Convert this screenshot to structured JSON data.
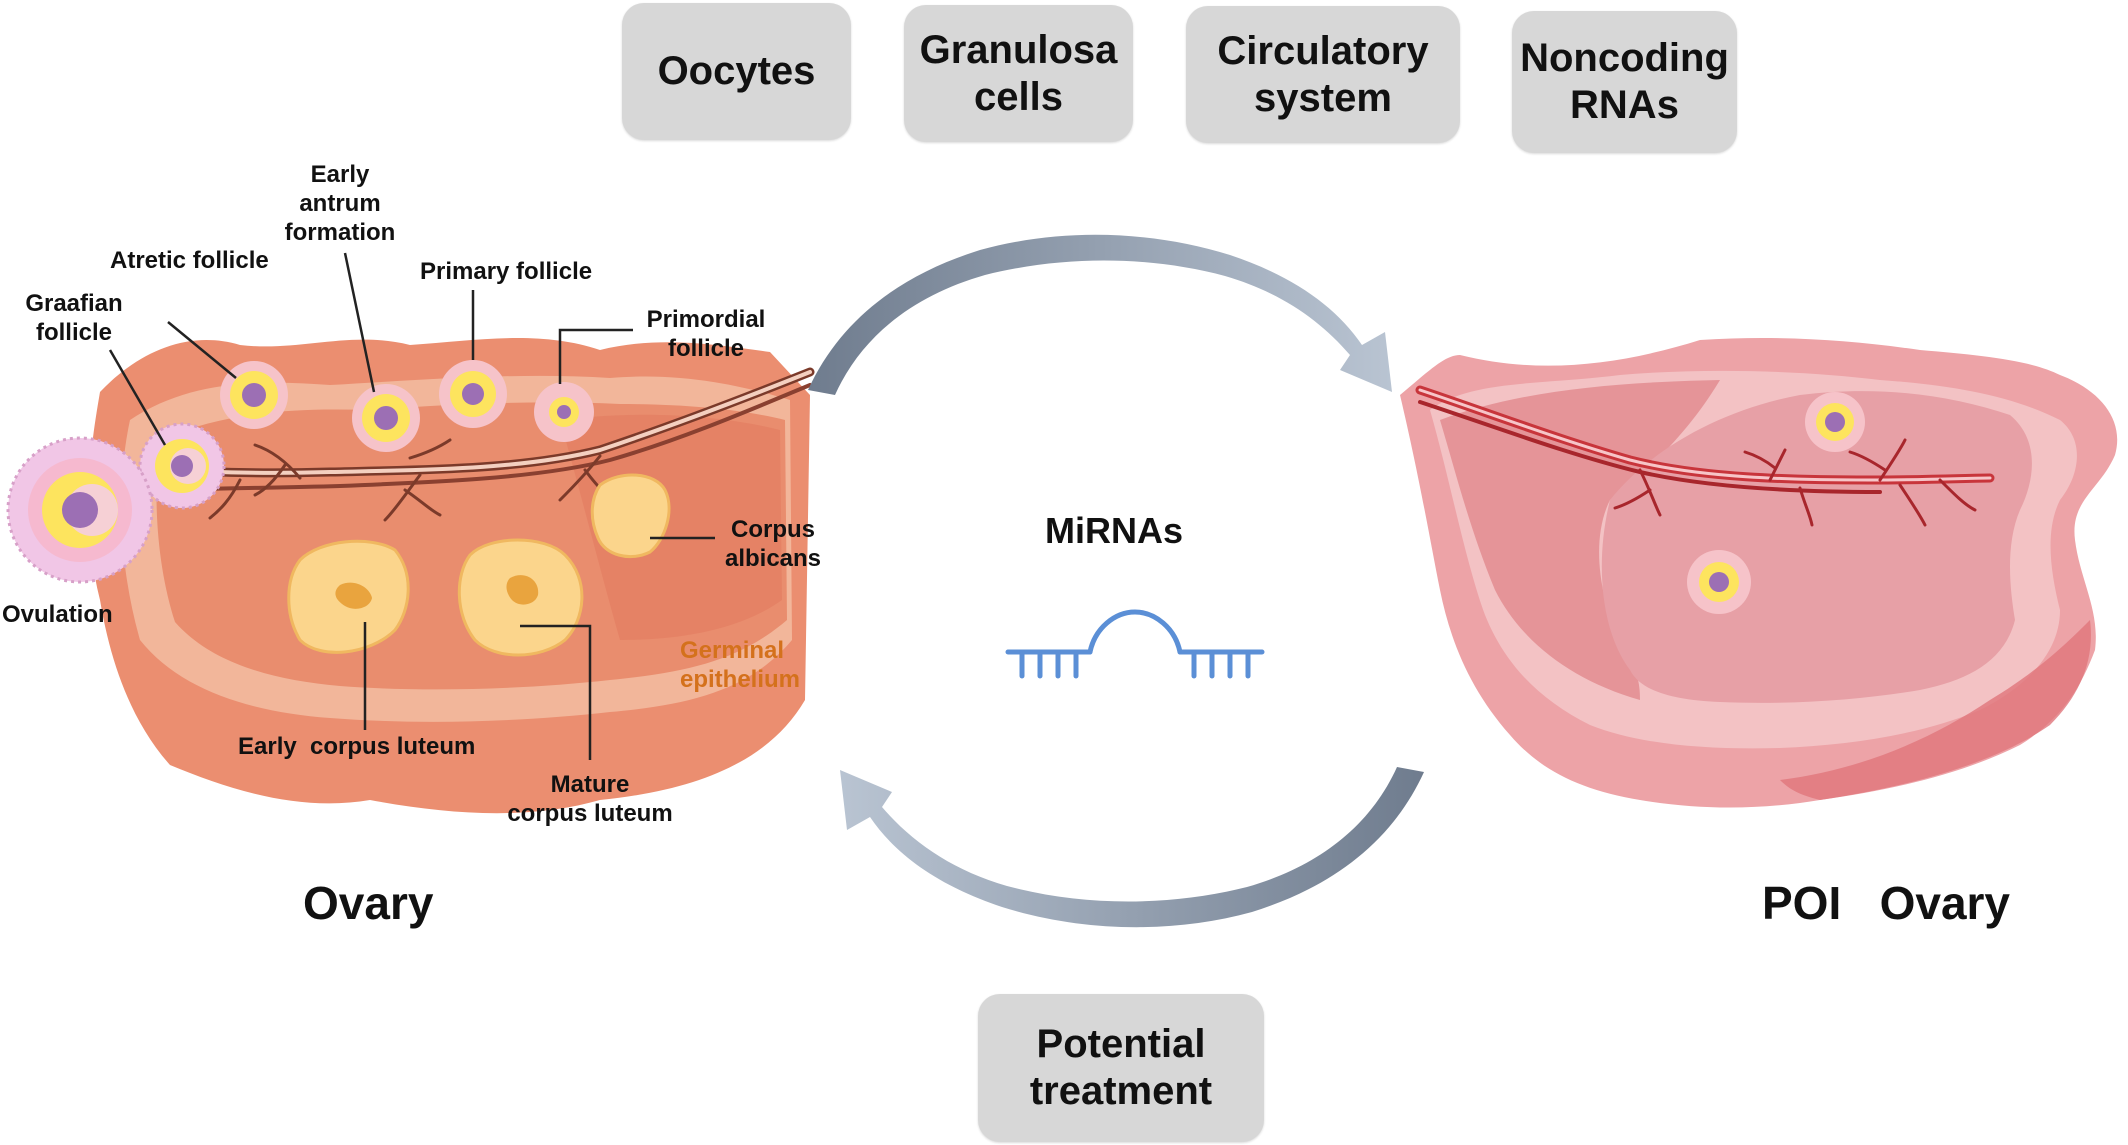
{
  "top_boxes": {
    "oocytes": "Oocytes",
    "granulosa": "Granulosa\ncells",
    "circulatory": "Circulatory\nsystem",
    "noncoding": "Noncoding\nRNAs"
  },
  "bottom_box": "Potential\ntreatment",
  "center_label": "MiRNAs",
  "ovary_title": "Ovary",
  "poi_title": "POI   Ovary",
  "labels": {
    "early_antrum": "Early\nantrum\nformation",
    "atretic": "Atretic follicle",
    "graafian": "Graafian\nfollicle",
    "primary": "Primary follicle",
    "primordial": "Primordial\nfollicle",
    "corpus_albicans": "Corpus\nalbicans",
    "ovulation": "Ovulation",
    "germinal": "Germinal\nepithelium",
    "early_cl": "Early  corpus luteum",
    "mature_cl": "Mature\ncorpus luteum"
  },
  "colors": {
    "box_fill": "#d7d7d7",
    "arrow": "#8a98ab",
    "mirna": "#5b8fd6",
    "germinal_text": "#d4711c"
  }
}
